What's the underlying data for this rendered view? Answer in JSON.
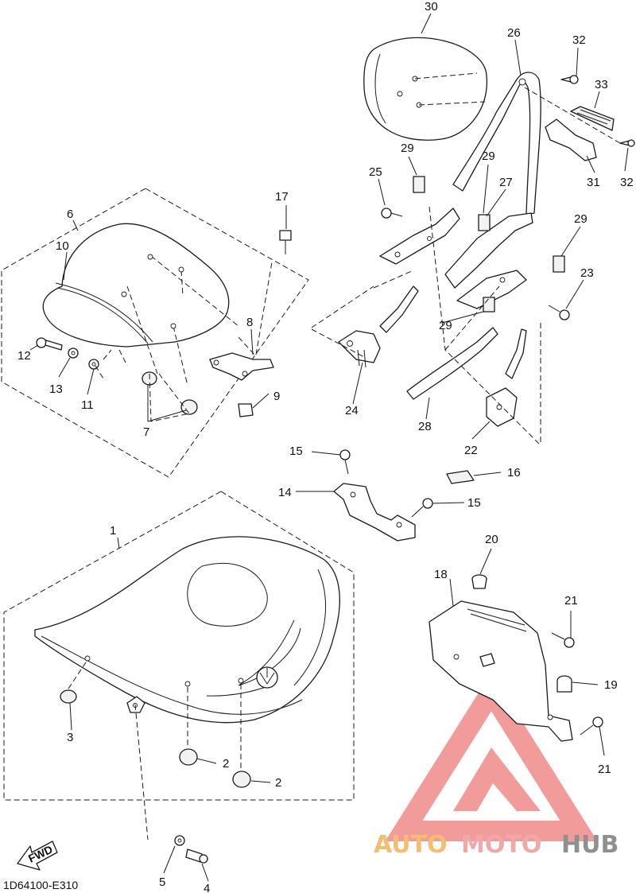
{
  "drawing_code": "1D64100-E310",
  "fwd_label": "FWD",
  "watermark": {
    "word1": "AUTO",
    "word2": "MOTO",
    "word3": "HUB",
    "color1": "#f2b35a",
    "color2": "#ef9a9a",
    "color3": "#7d7d7d",
    "logo_color": "#f08a8a"
  },
  "callouts": {
    "c1": "1",
    "c2a": "2",
    "c2b": "2",
    "c3": "3",
    "c4": "4",
    "c5": "5",
    "c6": "6",
    "c7": "7",
    "c8": "8",
    "c9": "9",
    "c10": "10",
    "c11": "11",
    "c12": "12",
    "c13": "13",
    "c14": "14",
    "c15a": "15",
    "c15b": "15",
    "c16": "16",
    "c17": "17",
    "c18": "18",
    "c19": "19",
    "c20": "20",
    "c21a": "21",
    "c21b": "21",
    "c22": "22",
    "c23": "23",
    "c24": "24",
    "c25": "25",
    "c26": "26",
    "c27": "27",
    "c28": "28",
    "c29a": "29",
    "c29b": "29",
    "c29c": "29",
    "c29d": "29",
    "c30": "30",
    "c31": "31",
    "c32a": "32",
    "c32b": "32",
    "c33": "33"
  }
}
